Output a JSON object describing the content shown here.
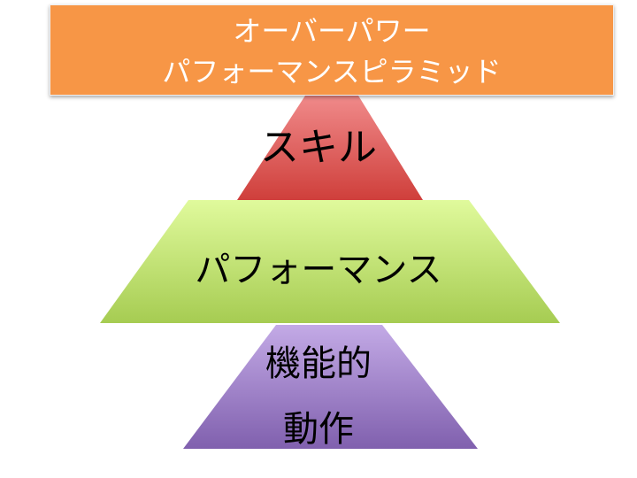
{
  "title": {
    "line1": "オーバーパワー",
    "line2": "パフォーマンスピラミッド"
  },
  "levels": [
    {
      "label": "スキル",
      "color_top": "#f08a8a",
      "color_bottom": "#cf3f3b"
    },
    {
      "label": "パフォーマンス",
      "color_top": "#e0fa9c",
      "color_bottom": "#a6cc52"
    },
    {
      "label_line1": "機能的",
      "label_line2": "動作",
      "color_top": "#c3aae6",
      "color_bottom": "#8060ae"
    }
  ],
  "colors": {
    "title_bg": "#f79646"
  }
}
